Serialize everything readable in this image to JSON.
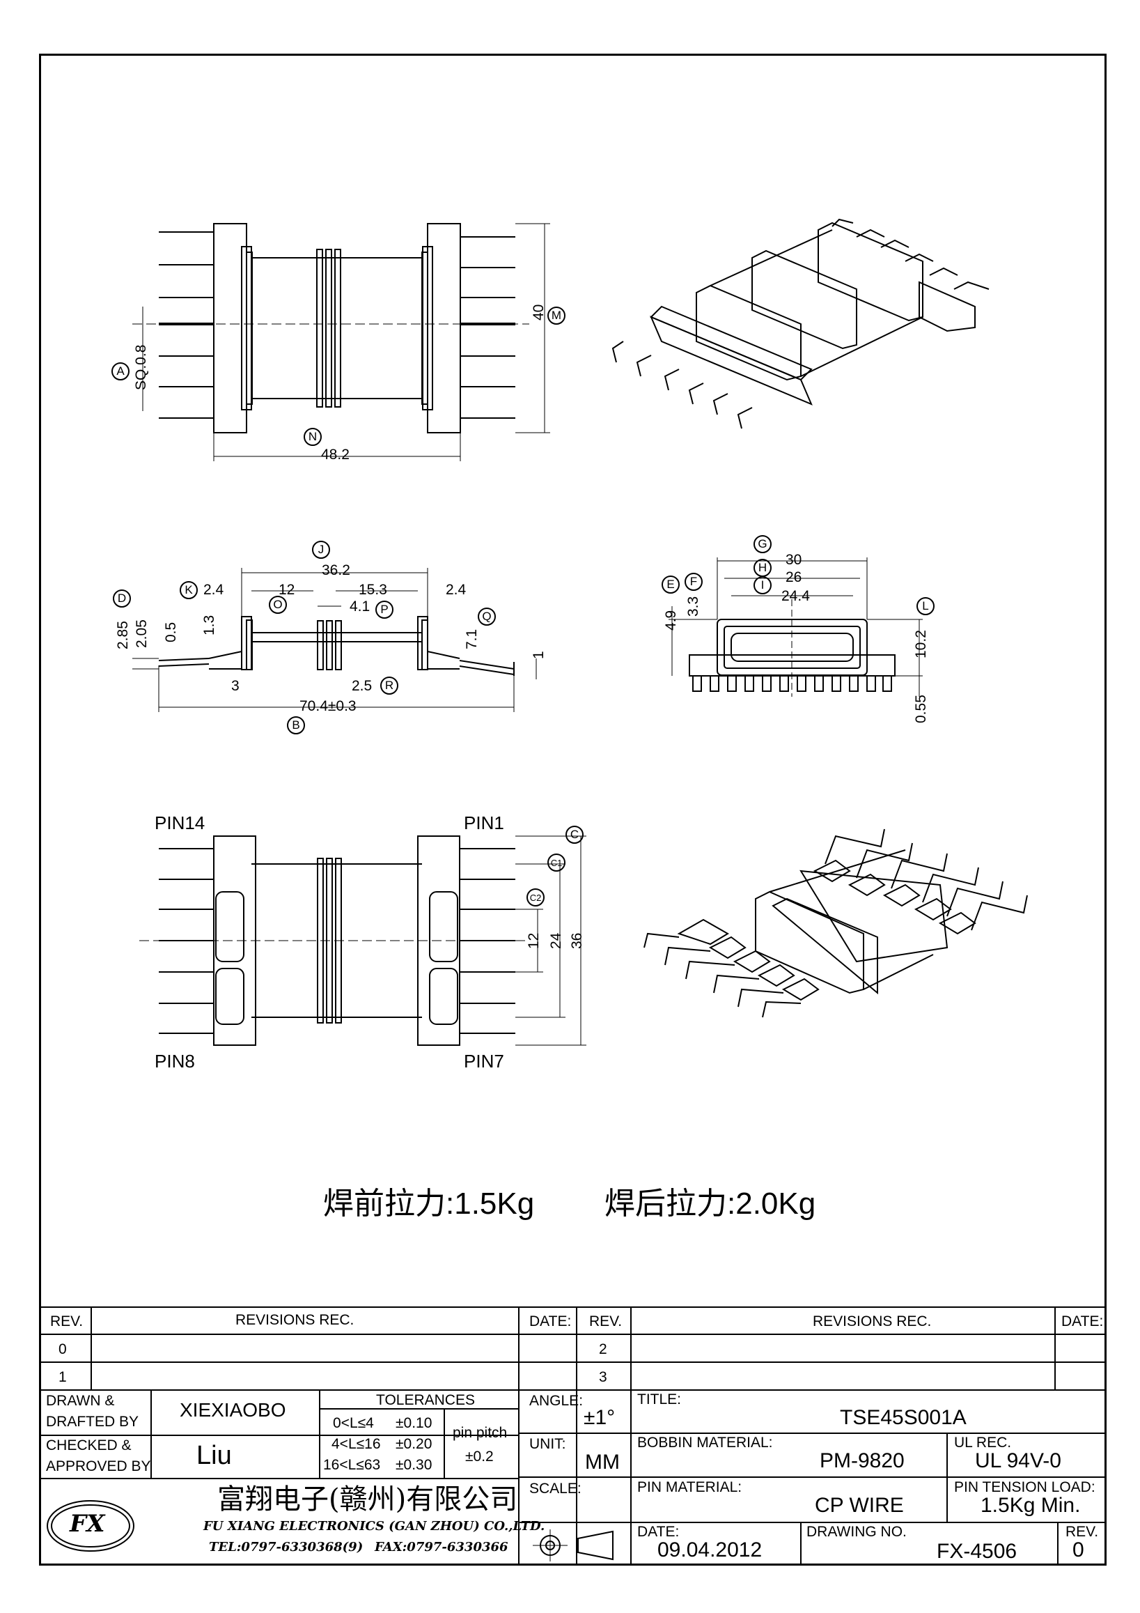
{
  "views": {
    "top": {
      "dims": {
        "width": "48.2",
        "height": "40",
        "pin_sq": "SQ.0.8"
      },
      "markers": {
        "a": "A",
        "m": "M",
        "n": "N"
      }
    },
    "side": {
      "dims": {
        "overall": "36.2",
        "left_ext": "2.4",
        "w12": "12",
        "w153": "15.3",
        "right_ext": "2.4",
        "w41": "4.1",
        "h285": "2.85",
        "h205": "2.05",
        "h05": "0.5",
        "h13": "1.3",
        "h71": "7.1",
        "h1": "1",
        "w3": "3",
        "w25": "2.5",
        "total": "70.4±0.3"
      },
      "markers": {
        "j": "J",
        "k": "K",
        "o": "O",
        "p": "P",
        "q": "Q",
        "d": "D",
        "r": "R",
        "b": "B"
      }
    },
    "end": {
      "dims": {
        "w30": "30",
        "w26": "26",
        "w244": "24.4",
        "h49": "4.9",
        "h33": "3.3",
        "h102": "10.2",
        "h055": "0.55"
      },
      "markers": {
        "g": "G",
        "h": "H",
        "i": "I",
        "e": "E",
        "f": "F",
        "l": "L"
      }
    },
    "bottom": {
      "pins": {
        "tl": "PIN14",
        "tr": "PIN1",
        "bl": "PIN8",
        "br": "PIN7"
      },
      "dims": {
        "h12": "12",
        "h24": "24",
        "h36": "36"
      },
      "markers": {
        "c": "C",
        "c1": "C1",
        "c2": "C2"
      }
    }
  },
  "note": {
    "before": "焊前拉力:1.5Kg",
    "after": "焊后拉力:2.0Kg"
  },
  "title_block": {
    "rev_header": "REV.",
    "revisions_header": "REVISIONS   REC.",
    "date_header": "DATE:",
    "rev_rows_left": [
      "0",
      "1"
    ],
    "rev_rows_right": [
      "2",
      "3"
    ],
    "drawn_label": [
      "DRAWN  &",
      "DRAFTED BY"
    ],
    "drawn_value": "XIEXIAOBO",
    "checked_label": [
      "CHECKED &",
      "APPROVED BY"
    ],
    "checked_value": "Liu",
    "tolerances_header": "TOLERANCES",
    "tolerances": [
      {
        "range": "0<L≤4",
        "tol": "±0.10"
      },
      {
        "range": "4<L≤16",
        "tol": "±0.20"
      },
      {
        "range": "16<L≤63",
        "tol": "±0.30"
      }
    ],
    "pin_pitch_label": "pin pitch",
    "pin_pitch_value": "±0.2",
    "angle_label": "ANGLE:",
    "angle_value": "±1°",
    "unit_label": "UNIT:",
    "unit_value": "MM",
    "scale_label": "SCALE:",
    "title_label": "TITLE:",
    "title_value": "TSE45S001A",
    "bobbin_label": "BOBBIN MATERIAL:",
    "bobbin_value": "PM-9820",
    "ul_label": "UL REC.",
    "ul_value": "UL 94V-0",
    "pin_material_label": "PIN MATERIAL:",
    "pin_material_value": "CP WIRE",
    "pin_tension_label": "PIN TENSION LOAD:",
    "pin_tension_value": "1.5Kg Min.",
    "date_label": "DATE:",
    "date_value": "09.04.2012",
    "drawing_no_label": "DRAWING NO.",
    "drawing_no_value": "FX-4506",
    "rev_label": "REV.",
    "rev_value": "0",
    "company_cn": "富翔电子(赣州)有限公司",
    "company_en": "FU XIANG ELECTRONICS (GAN ZHOU) CO.,LTD.",
    "tel": "TEL:0797-6330368(9)",
    "fax": "FAX:0797-6330366",
    "logo_text": "FX"
  }
}
